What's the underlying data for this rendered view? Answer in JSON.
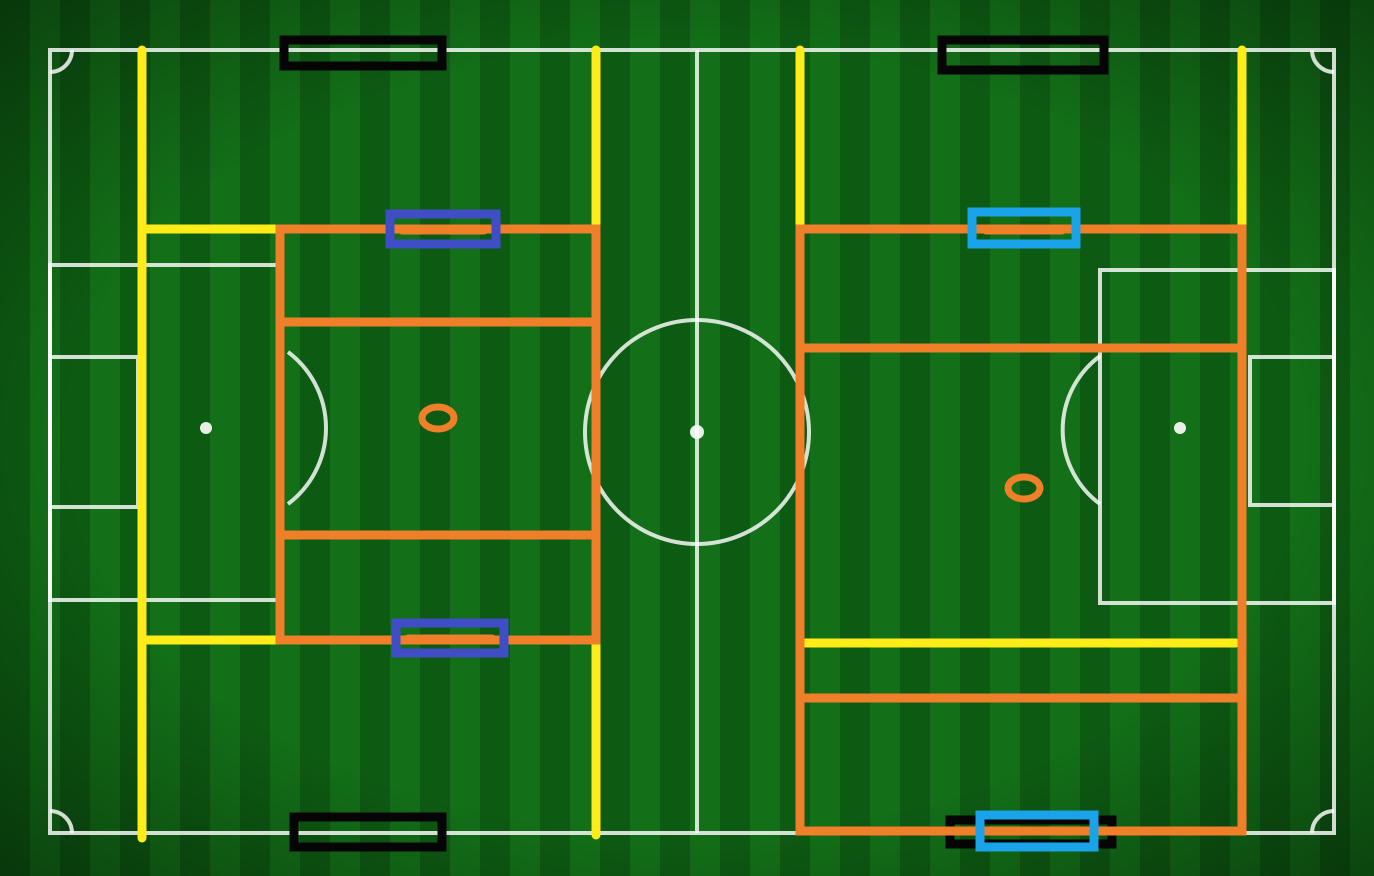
{
  "pitch": {
    "title": "",
    "colors": {
      "grass_dark": "#0d5a12",
      "grass_light": "#18801d",
      "field_lines": "#ffffff",
      "zone_orange": "#f07f2a",
      "zone_yellow": "#ffec19",
      "goal_black": "#050505",
      "minigoal_left": "#3f4ec5",
      "minigoal_right": "#1aa3e8"
    },
    "icons": {
      "center_spot": "dot",
      "penalty_spot": "dot",
      "ball_marker": "orange-ellipse"
    }
  }
}
